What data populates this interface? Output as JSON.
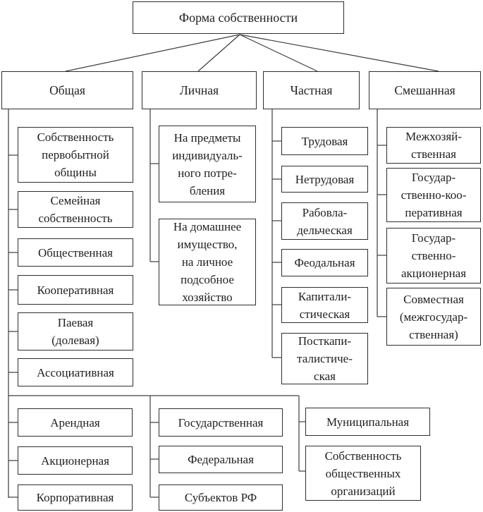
{
  "diagram": {
    "root": "Форма собственности",
    "branches": {
      "obshchaya": {
        "label": "Общая",
        "items": [
          "Собственность\nпервобытной\nобщины",
          "Семейная\nсобственность",
          "Общественная",
          "Кооперативная",
          "Паевая\n(долевая)",
          "Ассоциативная"
        ]
      },
      "lichnaya": {
        "label": "Личная",
        "items": [
          "На предметы\nиндивидуаль-\nного потре-\nбления",
          "На домашнее\nимущество,\nна личное\nподсобное\nхозяйство"
        ]
      },
      "chastnaya": {
        "label": "Частная",
        "items": [
          "Трудовая",
          "Нетрудовая",
          "Рабовла-\nдельческая",
          "Феодальная",
          "Капитали-\nстическая",
          "Посткапи-\nталистиче-\nская"
        ]
      },
      "smeshannaya": {
        "label": "Смешанная",
        "items": [
          "Межхозяй-\nственная",
          "Государ-\nственно-коо-\nперативная",
          "Государ-\nственно-\nакционерная",
          "Совместная\n(межгосудар-\nственная)"
        ]
      }
    },
    "bottom": {
      "col1": [
        "Арендная",
        "Акционерная",
        "Корпоративная"
      ],
      "col2": [
        "Государственная",
        "Федеральная",
        "Субъектов РФ"
      ],
      "col3": [
        "Муниципальная",
        "Собственность\nобщественных\nорганизаций"
      ]
    },
    "colors": {
      "border": "#2e2e2e",
      "line": "#3d3d3d",
      "text": "#1f1f1f",
      "background": "#ffffff"
    }
  }
}
